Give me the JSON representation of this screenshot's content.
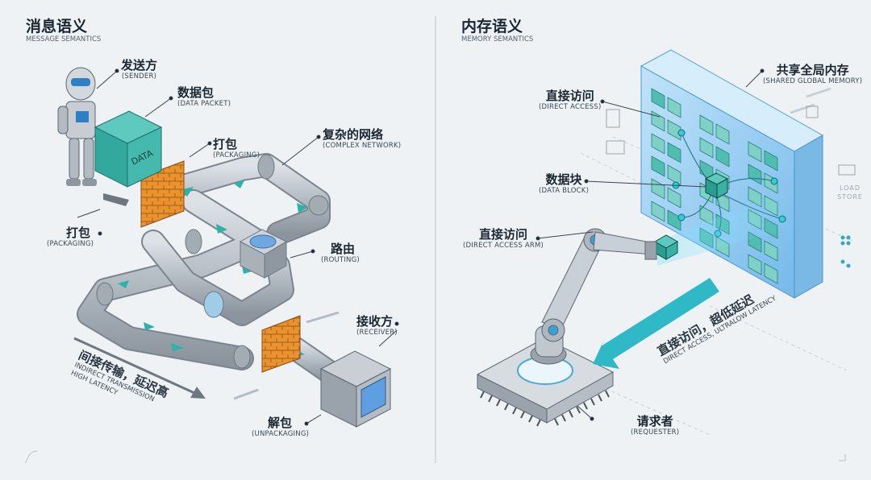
{
  "left_panel": {
    "title_zh": "消息语义",
    "title_en": "MESSAGE SEMANTICS",
    "sender": {
      "zh": "发送方",
      "en": "(SENDER)"
    },
    "data_packet": {
      "zh": "数据包",
      "en": "(DATA PACKET)"
    },
    "box_label": "DATA",
    "packaging_top": {
      "zh": "打包",
      "en": "(PACKAGING)"
    },
    "complex_network": {
      "zh": "复杂的网络",
      "en": "(COMPLEX NETWORK)"
    },
    "packaging_left": {
      "zh": "打包",
      "en": "(PACKAGING)"
    },
    "routing": {
      "zh": "路由",
      "en": "(ROUTING)"
    },
    "receiver": {
      "zh": "接收方",
      "en": "(RECEIVER)"
    },
    "unpackaging": {
      "zh": "解包",
      "en": "(UNPACKAGING)"
    },
    "transmission_zh": "间接传输，延迟高",
    "transmission_en1": "INDIRECT TRANSMISSION",
    "transmission_en2": "HIGH LATENCY"
  },
  "right_panel": {
    "title_zh": "内存语义",
    "title_en": "MEMORY SEMANTICS",
    "shared_memory": {
      "zh": "共享全局内存",
      "en": "(SHARED GLOBAL MEMORY)"
    },
    "direct_access": {
      "zh": "直接访问",
      "en": "(DIRECT ACCESS)"
    },
    "data_block": {
      "zh": "数据块",
      "en": "(DATA BLOCK)"
    },
    "direct_access_arm": {
      "zh": "直接访问",
      "en": "(DIRECT ACCESS ARM)"
    },
    "requester": {
      "zh": "请求者",
      "en": "(REQUESTER)"
    },
    "load_store": "LOAD STORE",
    "access_zh": "直接访问，超低延迟",
    "access_en": "DIRECT ACCESS, ULTRALOW LATENCY"
  },
  "colors": {
    "background": "#eef2f5",
    "teal": "#2bb3a8",
    "pipe": "#b8c0c8",
    "memory_blue": "#9fd0f0",
    "brick": "#e0892e"
  }
}
